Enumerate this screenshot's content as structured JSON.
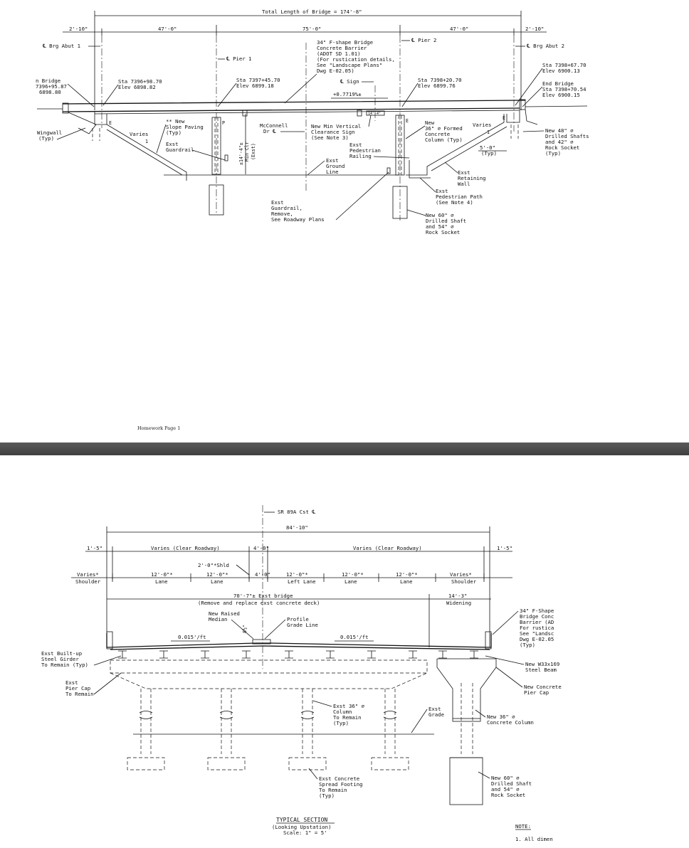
{
  "page1": {
    "total_length": "Total Length of Bridge = 174'-8\"",
    "dims": [
      "2'-10\"",
      "47'-0\"",
      "75'-0\"",
      "47'-0\"",
      "2'-10\""
    ],
    "brg_abut_1": "℄ Brg Abut 1",
    "brg_abut_2": "℄ Brg Abut 2",
    "pier_1": "℄ Pier 1",
    "pier_2": "℄ Pier 2",
    "barrier_note": [
      "34\" F-shape Bridge",
      "Concrete Barrier",
      "(ADOT SD 1.01)",
      "(For rustication details,",
      "See \"Landscape Plans\"",
      "Dwg E-02.05)"
    ],
    "sign_label": "℄ Sign",
    "grade": "+0.7719%±",
    "begin_bridge": [
      "n Bridge",
      "7396+95.87",
      "6898.80"
    ],
    "sta_1": [
      "Sta 7396+98.70",
      "Elev 6898.82"
    ],
    "sta_2": [
      "Sta 7397+45.70",
      "Elev 6899.18"
    ],
    "sta_3": [
      "Sta 7398+20.70",
      "Elev 6899.76"
    ],
    "sta_4": [
      "Sta 7398+67.70",
      "Elev 6900.13"
    ],
    "end_bridge": [
      "End Bridge",
      "Sta 7398+70.54",
      "Elev 6900.15"
    ],
    "wingwall": [
      "Wingwall",
      "(Typ)"
    ],
    "varies": "Varies",
    "slope_paving": [
      "** New",
      "Slope Paving",
      "(Typ)"
    ],
    "exst_guardrail": [
      "Exst",
      "Guardrail"
    ],
    "min_clr": [
      "±14'-4\"±",
      "Min Clr",
      "(Exst)"
    ],
    "mcconnell": [
      "McConnell",
      "Dr ℄"
    ],
    "clearance_sign": [
      "New Min Vertical",
      "Clearance Sign",
      "(See Note 3)"
    ],
    "ped_railing": [
      "Exst",
      "Pedestrian",
      "Railing"
    ],
    "ground_line": [
      "Exst",
      "Ground",
      "Line"
    ],
    "formed_column": [
      "New",
      "36\" ⌀ Formed",
      "Concrete",
      "Column (Typ)"
    ],
    "retaining_wall": [
      "Exst",
      "Retaining",
      "Wall"
    ],
    "ped_path": [
      "Exst",
      "Pedestrian Path",
      "(See Note 4)"
    ],
    "guardrail_remove": [
      "Exst",
      "Guardrail,",
      "Remove,",
      "See Roadway Plans"
    ],
    "drilled_60": [
      "New 60\" ⌀",
      "Drilled Shaft",
      "and 54\" ⌀",
      "Rock Socket"
    ],
    "drilled_48": [
      "New 48\" ⌀",
      "Drilled Shafts",
      "and 42\" ⌀",
      "Rock Socket",
      "(Typ)"
    ],
    "five_ft": [
      "5'-0\"",
      "(Typ)"
    ],
    "sign_box": "14'-4\"",
    "letters": [
      "E",
      "P",
      "E",
      "E",
      "1",
      "1"
    ],
    "footer": "Homework Page 1"
  },
  "page2": {
    "sr_label": "SR 89A Cst ℄",
    "overall": "84'-10\"",
    "edge_dim": "1'-5\"",
    "clear_roadway": "Varies (Clear Roadway)",
    "median_dim": "4'-0\"",
    "shld": "2'-0\"*Shld",
    "lane_dims": [
      "Varies*",
      "12'-0\"*",
      "12'-0\"*",
      "4'-0\"",
      "12'-0\"*",
      "12'-0\"*",
      "12'-0\"*",
      "Varies*"
    ],
    "lane_labels": [
      "Shoulder",
      "Lane",
      "Lane",
      "",
      "Left Lane",
      "Lane",
      "Lane",
      "Shoulder"
    ],
    "exst_bridge": "70'-7\"± Exst bridge",
    "remove_deck": "(Remove and replace exst concrete deck)",
    "widening_dim": "14'-3\"",
    "widening": "Widening",
    "raised_median": [
      "New Raised",
      "Median"
    ],
    "profile_grade": [
      "Profile",
      "Grade Line"
    ],
    "slope_l": "0.015'/ft",
    "slope_r": "0.015'/ft",
    "median_h": "8½\"",
    "barrier": [
      "34\" F-Shape",
      "Bridge Conc",
      "Barrier (AD",
      "For rustica",
      "See \"Landsc",
      "Dwg E-02.05",
      "(Typ)"
    ],
    "girder": [
      "Exst Built-up",
      "Steel Girder",
      "To Remain (Typ)"
    ],
    "pier_cap_exst": [
      "Exst",
      "Pier Cap",
      "To Remain"
    ],
    "w_beam": [
      "New W33x169",
      "Steel Beam"
    ],
    "new_pier_cap": [
      "New Concrete",
      "Pier Cap"
    ],
    "column_exst": [
      "Exst 36\" ⌀",
      "Column",
      "To Remain",
      "(Typ)"
    ],
    "exst_grade": [
      "Exst",
      "Grade"
    ],
    "new_column": [
      "New 36\" ⌀",
      "Concrete Column"
    ],
    "footing": [
      "Exst Concrete",
      "Spread Footing",
      "To Remain",
      "(Typ)"
    ],
    "drilled": [
      "New 60\" ⌀",
      "Drilled Shaft",
      "and 54\" ⌀",
      "Rock Socket"
    ],
    "title": "TYPICAL SECTION",
    "subtitle": "(Looking Upstation)",
    "scale": "Scale: 1\" = 5'",
    "note_head": "NOTE:",
    "note_1": "1. All dimen"
  }
}
